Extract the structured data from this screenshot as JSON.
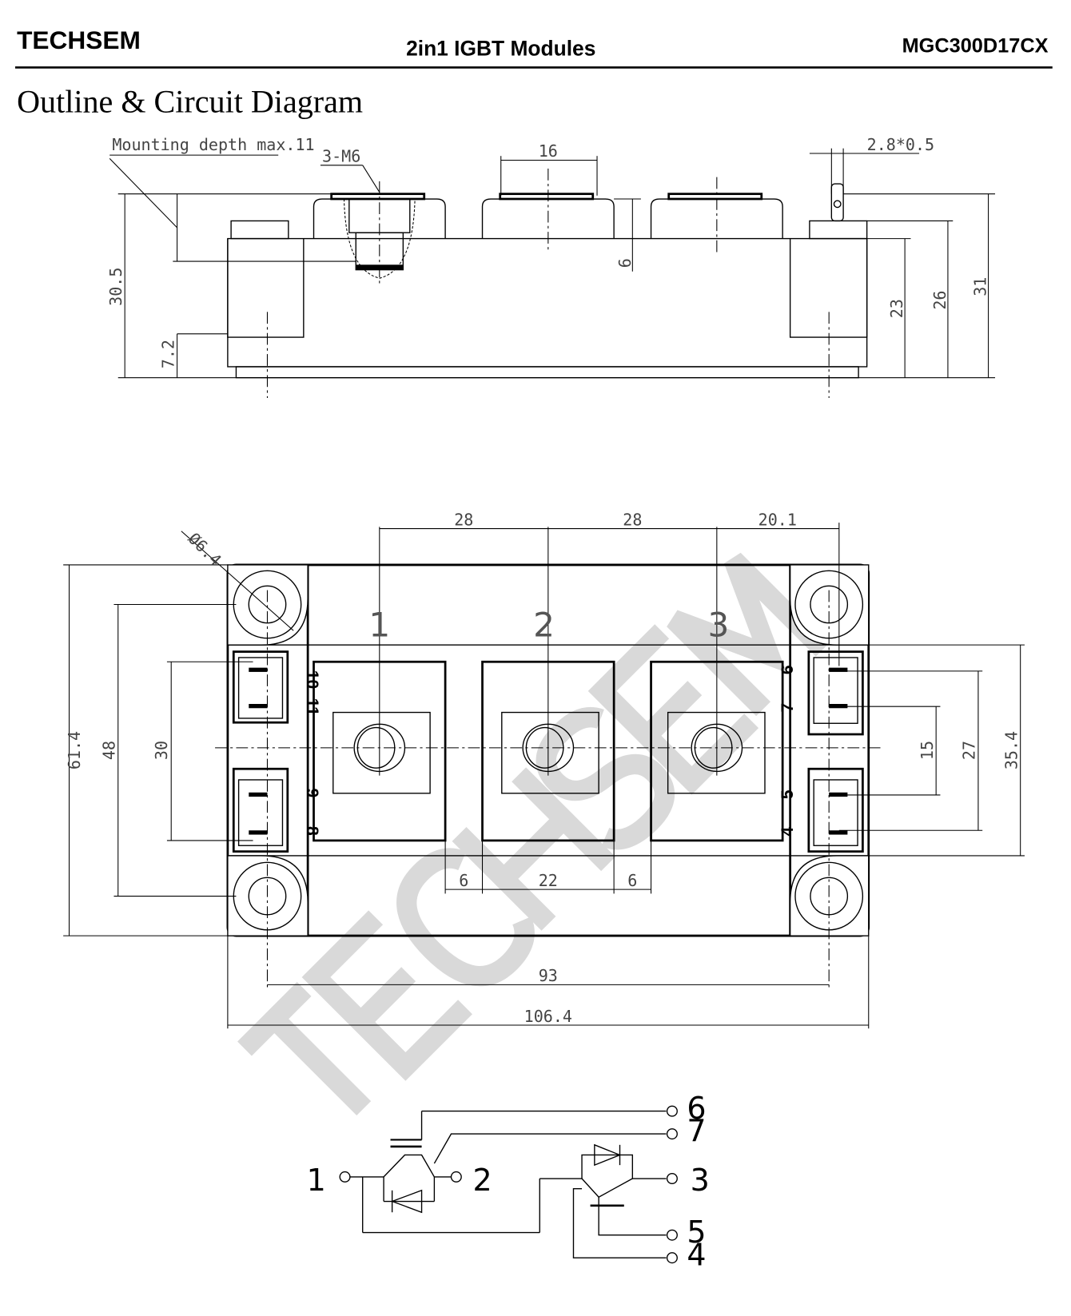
{
  "header": {
    "brand": "TECHSEM",
    "product_type": "2in1 IGBT Modules",
    "part_number": "MGC300D17CX"
  },
  "section_title": "Outline & Circuit Diagram",
  "watermark": "TECHSEM",
  "side_view": {
    "note_mounting": "Mounting depth max.11",
    "note_thread": "3-M6",
    "dim_16": "16",
    "dim_tab": "2.8*0.5",
    "dim_6": "6",
    "dim_30_5": "30.5",
    "dim_7_2": "7.2",
    "dim_23": "23",
    "dim_26": "26",
    "dim_31": "31"
  },
  "top_view": {
    "dim_hole": "Ø6.4",
    "dim_28a": "28",
    "dim_28b": "28",
    "dim_20_1": "20.1",
    "dim_61_4": "61.4",
    "dim_48": "48",
    "dim_30": "30",
    "dim_15": "15",
    "dim_27": "27",
    "dim_35_4": "35.4",
    "dim_6a": "6",
    "dim_22": "22",
    "dim_6b": "6",
    "dim_93": "93",
    "dim_106_4": "106.4",
    "terminals": [
      "1",
      "2",
      "3"
    ],
    "pins_left": [
      "10",
      "11",
      "9",
      "8"
    ],
    "pins_right": [
      "6",
      "7",
      "5",
      "4"
    ]
  },
  "circuit": {
    "t1": "1",
    "t2": "2",
    "t3": "3",
    "t4": "4",
    "t5": "5",
    "t6": "6",
    "t7": "7"
  }
}
